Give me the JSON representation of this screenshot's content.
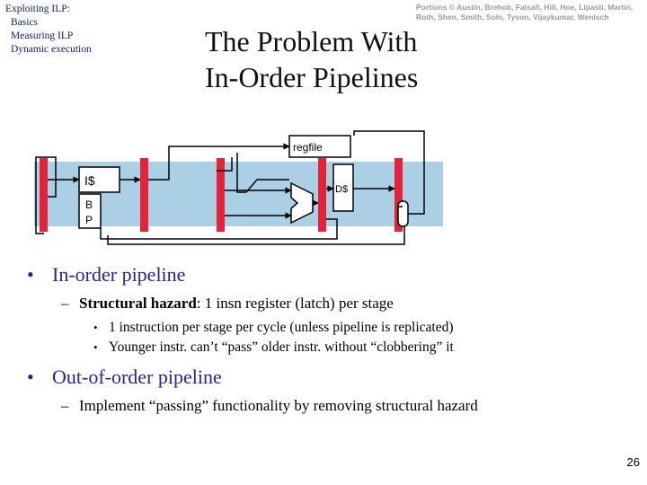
{
  "nav": {
    "title": "Exploiting ILP:",
    "items": [
      "Basics",
      "Measuring ILP",
      "Dynamic execution"
    ]
  },
  "credits": "Portions © Austin, Brehob, Falsafi, Hill, Hoe, Lipasti, Martin, Roth, Shen, Smith, Sohi, Tyson, Vijaykumar, Wenisch",
  "title_lines": [
    "The Problem With",
    "In-Order Pipelines"
  ],
  "diagram": {
    "regfile": "regfile",
    "icache": "I$",
    "dcache": "D$",
    "bp": [
      "B",
      "P"
    ]
  },
  "bullets": {
    "b1": "In-order pipeline",
    "b1_sub_bold": "Structural hazard",
    "b1_sub_rest": ": 1 insn register (latch) per stage",
    "b1_points": [
      "1 instruction per stage per cycle (unless pipeline is replicated)",
      "Younger instr. can’t “pass” older instr. without “clobbering” it"
    ],
    "b2": "Out-of-order pipeline",
    "b2_sub": "Implement “passing” functionality by removing structural hazard"
  },
  "page_number": "26",
  "colors": {
    "band": "#abd0e6",
    "latch": "#e2233a",
    "bullet_text": "#23239a",
    "nav_text": "#0b1f5c"
  }
}
